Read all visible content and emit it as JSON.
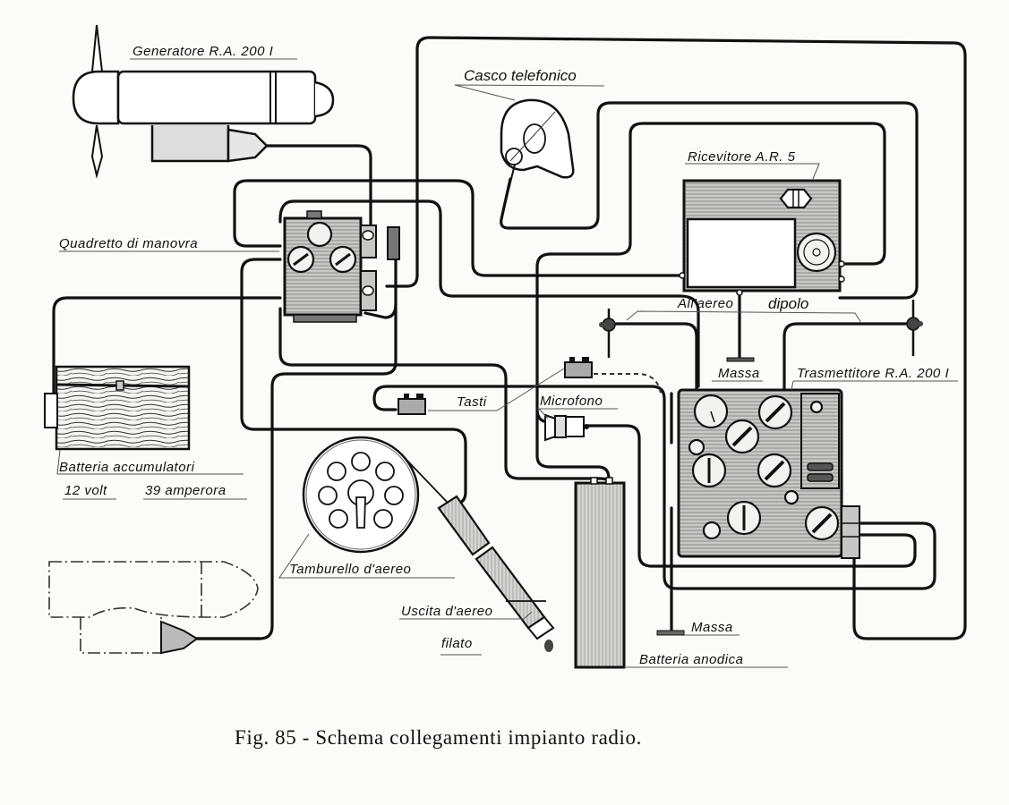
{
  "figure": {
    "caption": "Fig. 85 - Schema collegamenti impianto radio."
  },
  "labels": {
    "generatore": "Generatore R.A. 200 I",
    "casco": "Casco telefonico",
    "ricevitore": "Ricevitore A.R. 5",
    "quadretto": "Quadretto di manovra",
    "all_aereo": "All'aereo",
    "dipolo": "dipolo",
    "massa_top": "Massa",
    "trasmettitore": "Trasmettitore R.A. 200 I",
    "tasti": "Tasti",
    "microfono": "Microfono",
    "batteria_acc": "Batteria accumulatori",
    "volt": "12 volt",
    "amperora": "39 amperora",
    "tamburello": "Tamburello d'aereo",
    "uscita": "Uscita d'aereo",
    "filato": "filato",
    "massa_bottom": "Massa",
    "batteria_anodica": "Batteria anodica"
  },
  "components": [
    {
      "id": "generatore",
      "icon": "wind-generator-icon"
    },
    {
      "id": "generatore-spare",
      "icon": "wind-generator-outline-icon"
    },
    {
      "id": "casco",
      "icon": "headset-helmet-icon"
    },
    {
      "id": "ricevitore",
      "icon": "receiver-icon"
    },
    {
      "id": "quadretto",
      "icon": "control-panel-icon"
    },
    {
      "id": "trasmettitore",
      "icon": "transmitter-icon"
    },
    {
      "id": "tasti",
      "icon": "telegraph-key-icon"
    },
    {
      "id": "microfono",
      "icon": "microphone-icon"
    },
    {
      "id": "batteria-accumulatori",
      "icon": "battery-icon"
    },
    {
      "id": "tamburello",
      "icon": "antenna-reel-icon"
    },
    {
      "id": "uscita",
      "icon": "antenna-fairlead-icon"
    },
    {
      "id": "batteria-anodica",
      "icon": "anode-battery-icon"
    },
    {
      "id": "dipolo",
      "icon": "dipole-insulator-icon"
    },
    {
      "id": "massa",
      "icon": "ground-icon"
    }
  ]
}
